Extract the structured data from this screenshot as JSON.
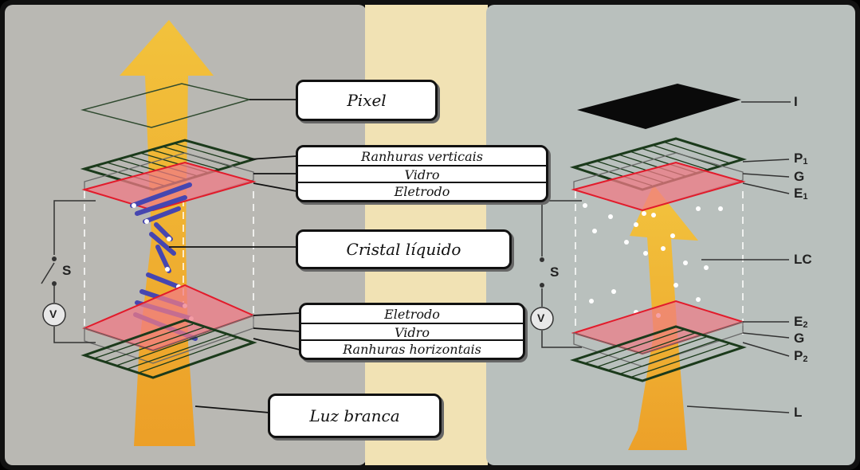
{
  "colors": {
    "left_bg": "#b9b8b3",
    "middle_bg": "#f1e2b4",
    "right_bg": "#b9c0bd",
    "electrode": "#f07b86",
    "light": "#f8b514",
    "crystal": "#4646b0"
  },
  "left": {
    "labels": {
      "pixel": "Pixel",
      "top_stack": [
        "Ranhuras verticais",
        "Vidro",
        "Eletrodo"
      ],
      "crystal": "Cristal líquido",
      "bottom_stack": [
        "Eletrodo",
        "Vidro",
        "Ranhuras  horizontais"
      ],
      "light": "Luz branca"
    },
    "switch_label": "S",
    "voltmeter_label": "V"
  },
  "right": {
    "labels": {
      "I": "I",
      "P1_main": "P",
      "P1_sub": "1",
      "G_top": "G",
      "E1_main": "E",
      "E1_sub": "1",
      "LC": "LC",
      "E2_main": "E",
      "E2_sub": "2",
      "G_bottom": "G",
      "P2_main": "P",
      "P2_sub": "2",
      "L": "L"
    },
    "switch_label": "S",
    "voltmeter_label": "V"
  }
}
